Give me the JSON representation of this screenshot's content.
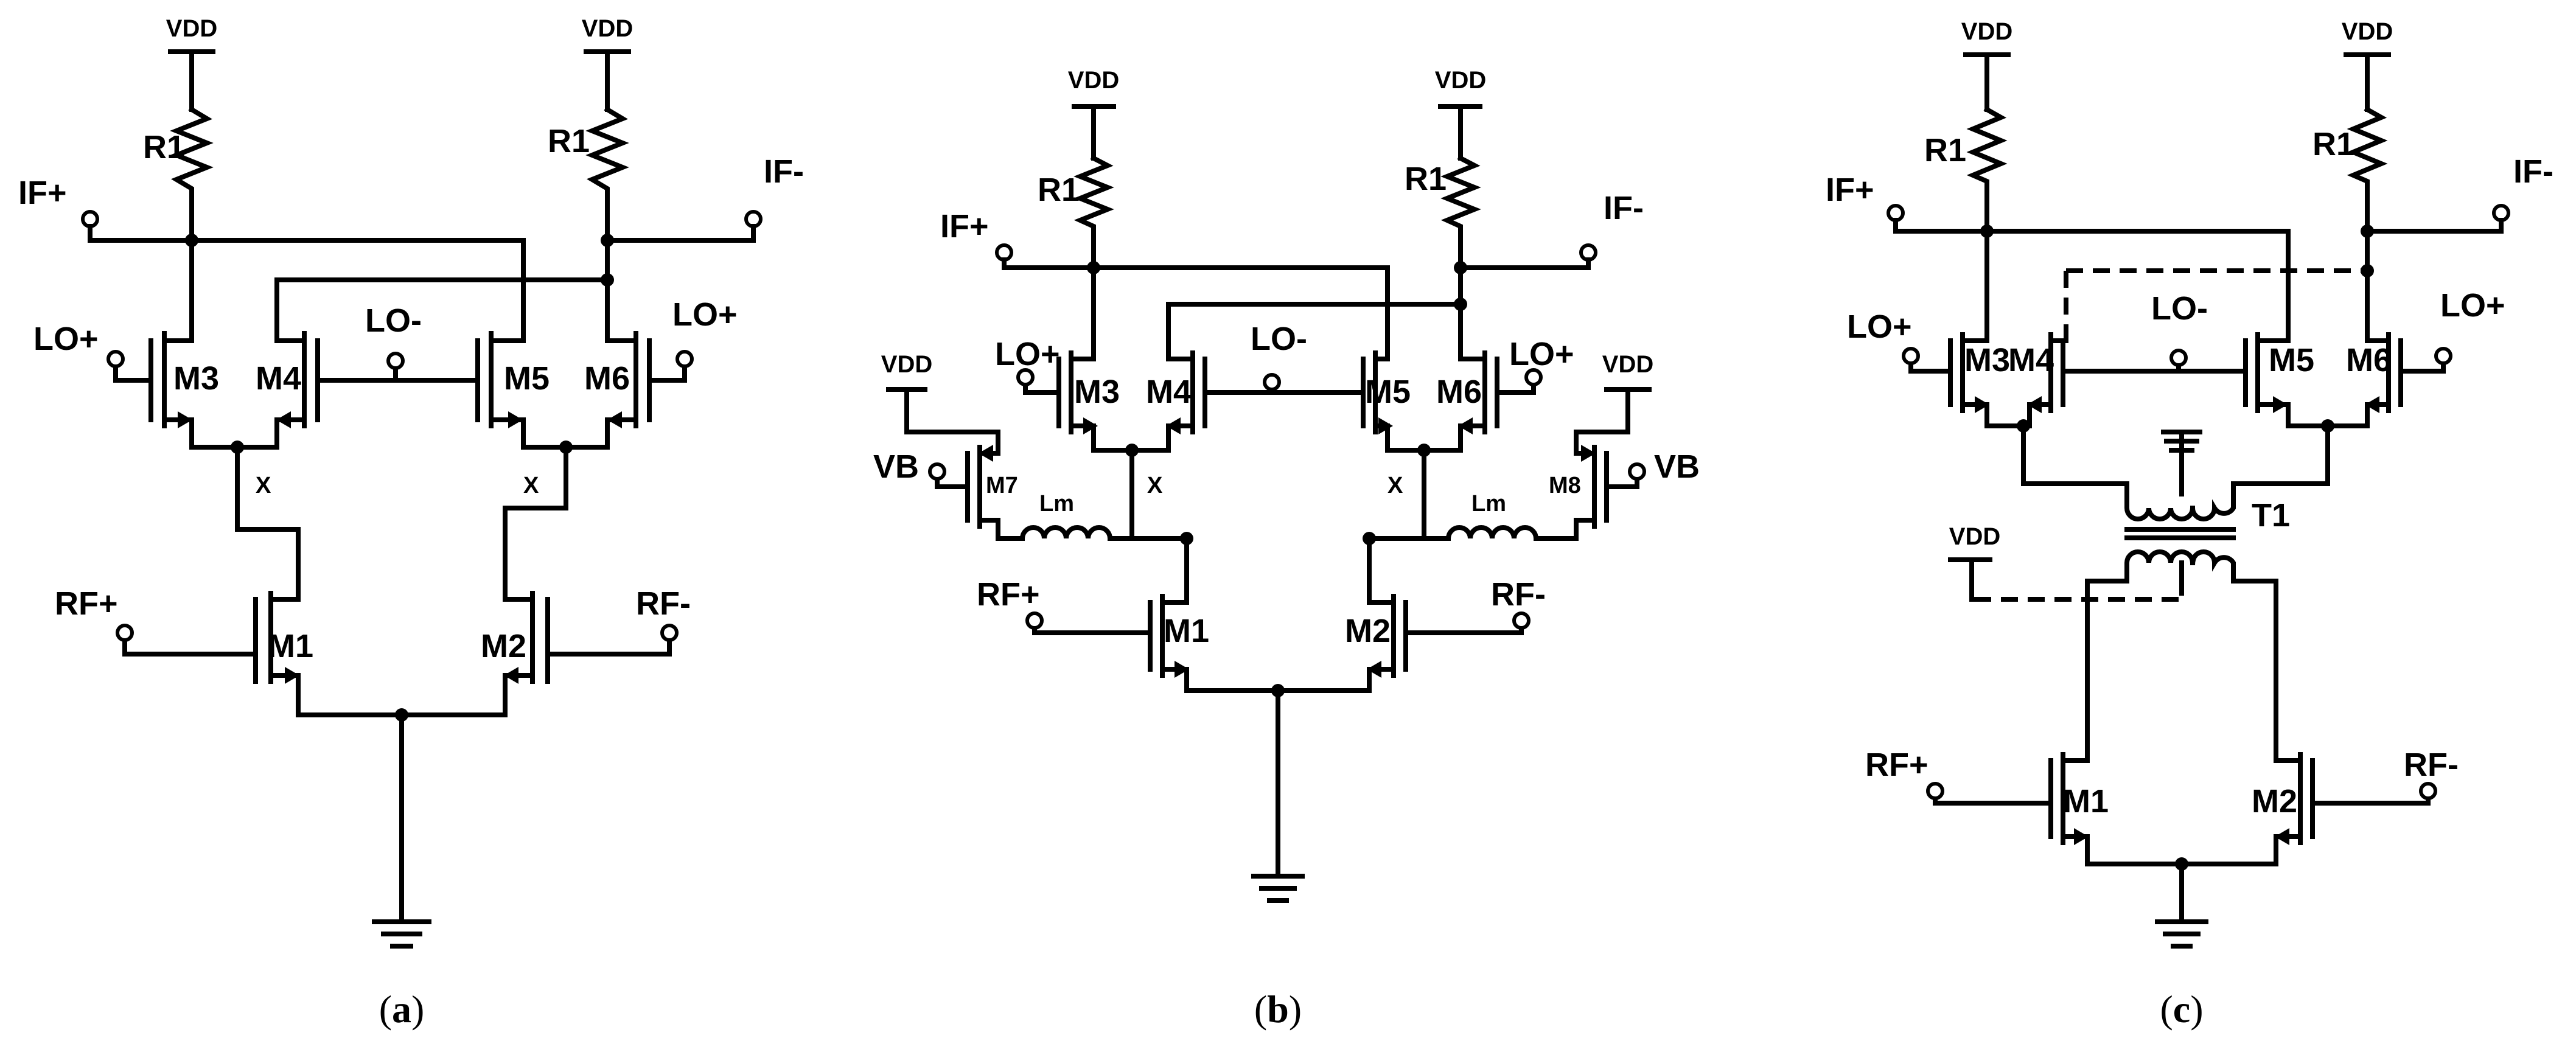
{
  "labels": {
    "vdd": "VDD",
    "r1": "R1",
    "if_plus": "IF+",
    "if_minus": "IF-",
    "lo_plus": "LO+",
    "lo_minus": "LO-",
    "rf_plus": "RF+",
    "rf_minus": "RF-",
    "m1": "M1",
    "m2": "M2",
    "m3": "M3",
    "m4": "M4",
    "m5": "M5",
    "m6": "M6",
    "m7": "M7",
    "m8": "M8",
    "x": "X",
    "vb": "VB",
    "lm": "Lm",
    "t1": "T1"
  },
  "captions": {
    "a": "a",
    "b": "b",
    "c": "c",
    "open": "(",
    "close": ")"
  }
}
